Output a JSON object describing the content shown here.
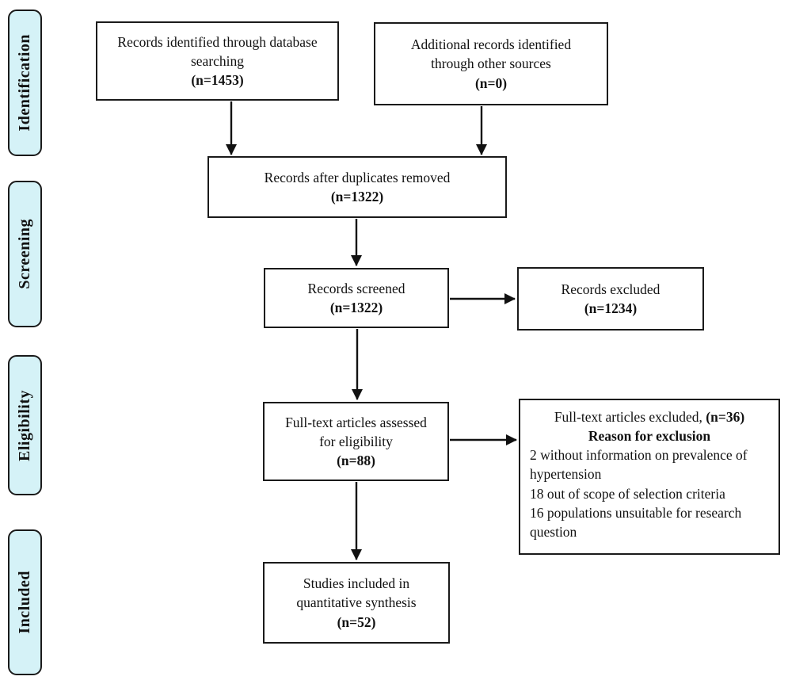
{
  "colors": {
    "stage_fill": "#d5f2f7",
    "stroke": "#1a1a1a",
    "box_fill": "#ffffff",
    "text": "#111111"
  },
  "sidebar": {
    "stages": [
      {
        "label": "Identification"
      },
      {
        "label": "Screening"
      },
      {
        "label": "Eligibility"
      },
      {
        "label": "Included"
      }
    ]
  },
  "flow": {
    "identified_db": {
      "text": "Records identified through database searching",
      "count": "(n=1453)"
    },
    "identified_other": {
      "text": "Additional records identified through other sources",
      "count": "(n=0)"
    },
    "after_duplicates": {
      "text": "Records after duplicates removed",
      "count": "(n=1322)"
    },
    "screened": {
      "text": "Records screened",
      "count": "(n=1322)"
    },
    "records_excluded": {
      "text": "Records excluded",
      "count": "(n=1234)"
    },
    "fulltext_assessed": {
      "text": "Full-text articles assessed for eligibility",
      "count": "(n=88)"
    },
    "fulltext_excluded": {
      "title_prefix": "Full-text articles excluded,",
      "title_count": "(n=36)",
      "subtitle": "Reason for exclusion",
      "reasons": [
        "2 without information on prevalence of hypertension",
        "18 out of scope of selection criteria",
        "16 populations unsuitable for research question"
      ]
    },
    "included_synthesis": {
      "text": "Studies included in quantitative synthesis",
      "count": "(n=52)"
    }
  }
}
